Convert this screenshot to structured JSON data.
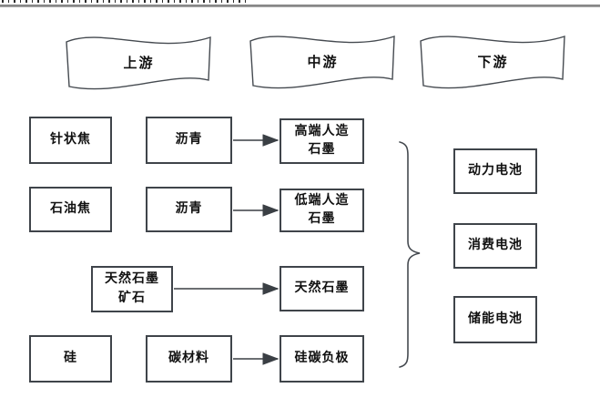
{
  "figure": {
    "type": "flowchart",
    "title": "",
    "description_visible": false
  },
  "stages": {
    "upstream": "上游",
    "midstream": "中游",
    "downstream": "下游"
  },
  "nodes": {
    "needle_coke": "针状焦",
    "petroleum_coke": "石油焦",
    "natural_graphite_ore": "天然石墨矿石",
    "silicon": "硅",
    "pitch_1": "沥青",
    "pitch_2": "沥青",
    "carbon_material": "碳材料",
    "high_end_artificial_graphite": "高端人造石墨",
    "low_end_artificial_graphite": "低端人造石墨",
    "natural_graphite": "天然石墨",
    "silicon_carbon_anode": "硅碳负极",
    "power_battery": "动力电池",
    "consumer_battery": "消费电池",
    "energy_storage_battery": "储能电池"
  },
  "edges": [
    {
      "from": "沥青",
      "to": "高端人造石墨"
    },
    {
      "from": "沥青",
      "to": "低端人造石墨"
    },
    {
      "from": "天然石墨矿石",
      "to": "天然石墨"
    },
    {
      "from": "碳材料",
      "to": "硅碳负极"
    }
  ],
  "brace_group": {
    "members": [
      "高端人造石墨",
      "低端人造石墨",
      "天然石墨",
      "硅碳负极"
    ],
    "points_to": [
      "动力电池",
      "消费电池",
      "储能电池"
    ]
  },
  "colors": {
    "line": "#454a50",
    "box_border": "#3f444a",
    "text": "#111111",
    "top_rule": "#8c8c8c"
  }
}
